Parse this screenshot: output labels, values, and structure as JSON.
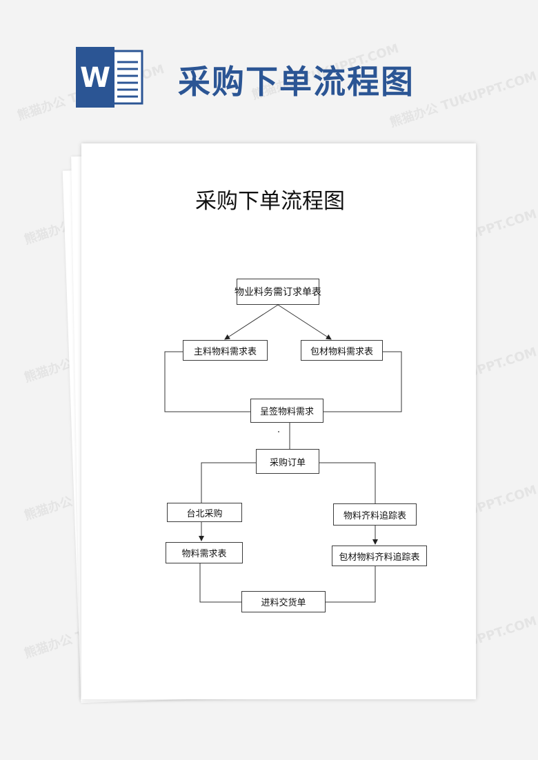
{
  "banner": {
    "title": "采购下单流程图",
    "logo_letter": "W",
    "logo_color": "#2b5594"
  },
  "document": {
    "title": "采购下单流程图"
  },
  "flowchart": {
    "nodes": {
      "n1": "物业料务需订求单表",
      "n2": "主料物料需求表",
      "n3": "包材物料需求表",
      "n4": "呈签物料需求",
      "n5": "采购订单",
      "n6": "台北采购",
      "n7": "物料齐料追踪表",
      "n8": "物料需求表",
      "n9": "包材物料齐料追踪表",
      "n10": "进料交货单"
    },
    "edges": [
      {
        "from": "n1",
        "to": "n2",
        "arrow": true
      },
      {
        "from": "n1",
        "to": "n3",
        "arrow": true
      },
      {
        "from": "n2",
        "to": "n4",
        "arrow": false
      },
      {
        "from": "n3",
        "to": "n4",
        "arrow": false
      },
      {
        "from": "n4",
        "to": "n5",
        "arrow": false
      },
      {
        "from": "n5",
        "to": "n6",
        "arrow": false
      },
      {
        "from": "n5",
        "to": "n7",
        "arrow": false
      },
      {
        "from": "n6",
        "to": "n8",
        "arrow": true
      },
      {
        "from": "n7",
        "to": "n9",
        "arrow": true
      },
      {
        "from": "n8",
        "to": "n10",
        "arrow": false
      },
      {
        "from": "n9",
        "to": "n10",
        "arrow": false
      }
    ]
  },
  "watermark": {
    "text": "熊猫办公 TUKUPPT.COM",
    "color": "#9a9a9a"
  }
}
